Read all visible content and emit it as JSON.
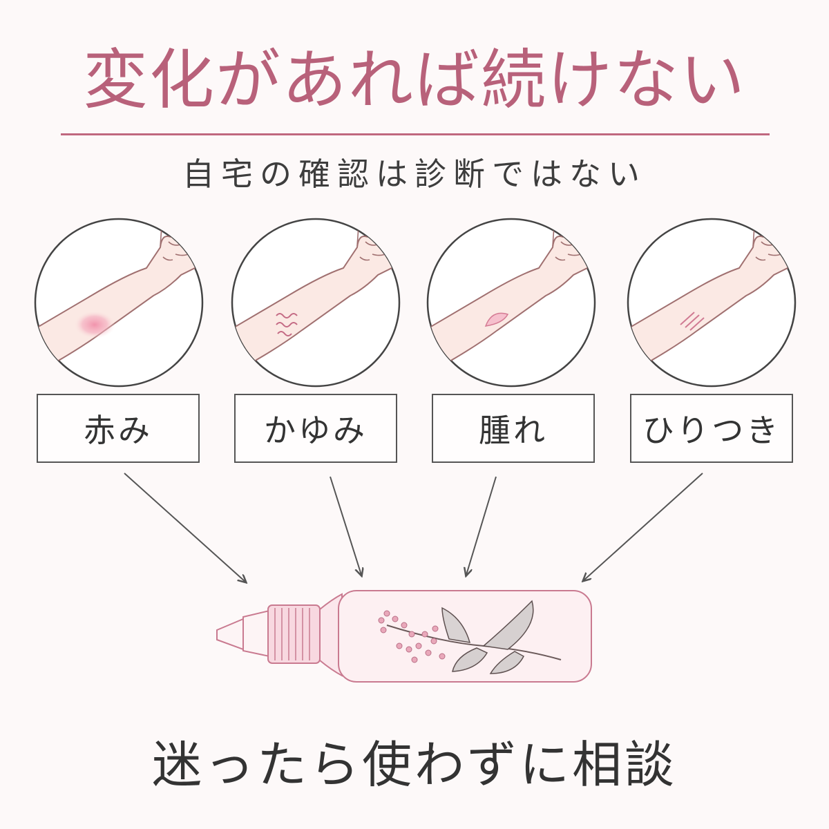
{
  "title": "変化があれば続けない",
  "subtitle": "自宅の確認は診断ではない",
  "symptoms": [
    {
      "label": "赤み",
      "sign": "redness"
    },
    {
      "label": "かゆみ",
      "sign": "itching"
    },
    {
      "label": "腫れ",
      "sign": "swelling"
    },
    {
      "label": "ひりつき",
      "sign": "stinging"
    }
  ],
  "footer": "迷ったら使わずに相談",
  "colors": {
    "accent": "#b8617a",
    "rule": "#c0687f",
    "text": "#333333",
    "skin": "#fbe9e4",
    "skin_outline": "#a07070",
    "arrow": "#555555",
    "bottle": "#fdf0f2",
    "bottle_outline": "#c97a90"
  }
}
